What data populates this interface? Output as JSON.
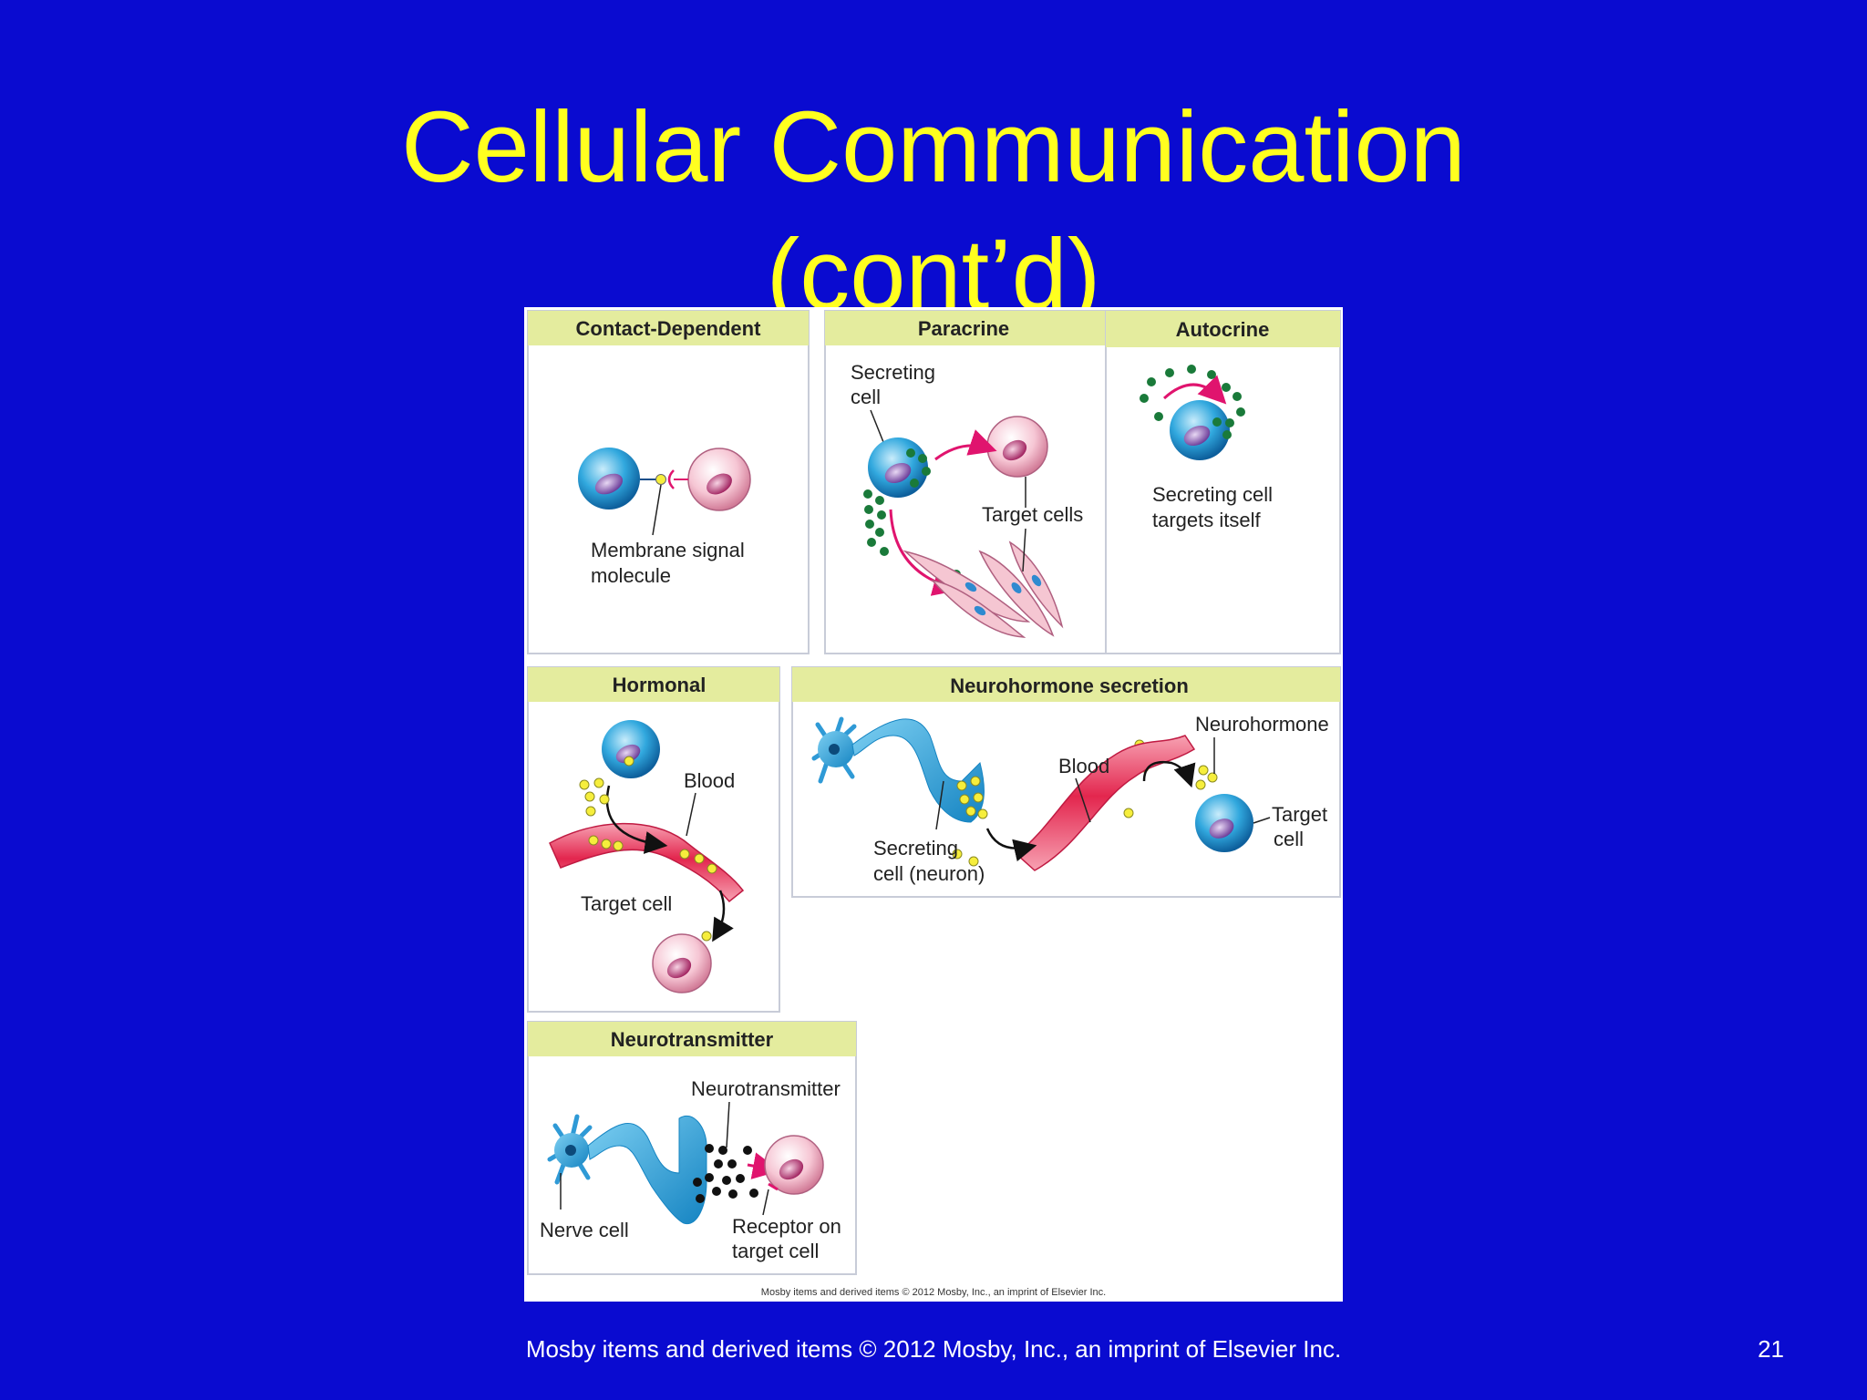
{
  "slide": {
    "title_line1": "Cellular Communication",
    "title_line2": "(cont’d)",
    "footer": "Mosby items and derived items © 2012 Mosby, Inc., an imprint of Elsevier Inc.",
    "page_number": "21"
  },
  "figure": {
    "credit": "Mosby items and derived items © 2012 Mosby, Inc., an imprint of Elsevier Inc.",
    "panels": {
      "contact": {
        "title": "Contact-Dependent",
        "label_line1": "Membrane signal",
        "label_line2": "molecule"
      },
      "paracrine": {
        "title": "Paracrine",
        "secreting_line1": "Secreting",
        "secreting_line2": "cell",
        "target_label": "Target cells"
      },
      "autocrine": {
        "title": "Autocrine",
        "label_line1": "Secreting cell",
        "label_line2": "targets itself"
      },
      "hormonal": {
        "title": "Hormonal",
        "blood_label": "Blood",
        "target_label": "Target cell"
      },
      "neurohormone": {
        "title": "Neurohormone secretion",
        "neurohormone_label": "Neurohormone",
        "blood_label": "Blood",
        "target_line1": "Target",
        "target_line2": "cell",
        "secreting_line1": "Secreting",
        "secreting_line2": "cell (neuron)"
      },
      "neurotransmitter": {
        "title": "Neurotransmitter",
        "nt_label": "Neurotransmitter",
        "nerve_label": "Nerve cell",
        "receptor_line1": "Receptor on",
        "receptor_line2": "target cell"
      }
    }
  },
  "colors": {
    "background": "#0a0bd0",
    "title": "#ffff1f",
    "header_band": "#e4ec9e",
    "blue_cell": "#1e9ad6",
    "pink_cell": "#f3b2c6",
    "signal_green": "#1a7a3a",
    "signal_yellow": "#f6ee3c",
    "blood": "#e3264e",
    "arrow_magenta": "#e0146e"
  }
}
